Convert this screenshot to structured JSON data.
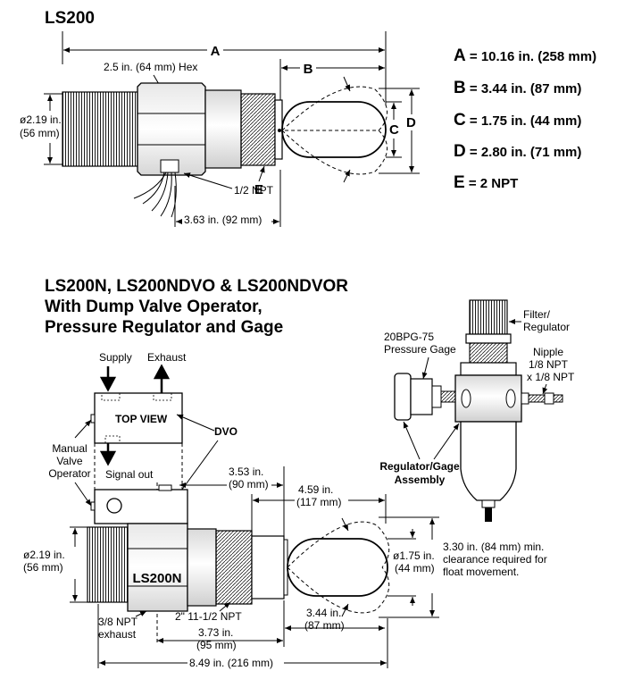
{
  "top": {
    "title": "LS200",
    "labels": {
      "a": "A",
      "b": "B",
      "c": "C",
      "d": "D",
      "e": "E",
      "hex": "2.5 in. (64 mm) Hex",
      "dia_in": "ø2.19 in.",
      "dia_mm": "(56 mm)",
      "npt": "1/2 NPT",
      "len": "3.63 in. (92 mm)"
    },
    "dims": [
      {
        "key": "A",
        "value": " = 10.16 in. (258 mm)"
      },
      {
        "key": "B",
        "value": " = 3.44 in. (87 mm)"
      },
      {
        "key": "C",
        "value": " = 1.75 in. (44 mm)"
      },
      {
        "key": "D",
        "value": " = 2.80 in. (71 mm)"
      },
      {
        "key": "E",
        "value": " = 2 NPT"
      }
    ]
  },
  "bottom": {
    "title": [
      "LS200N, LS200NDVO & LS200NDVOR",
      "With Dump Valve Operator,",
      "Pressure Regulator and Gage"
    ],
    "supply": "Supply",
    "exhaust": "Exhaust",
    "top_view": "TOP VIEW",
    "dvo": "DVO",
    "manual": [
      "Manual",
      "Valve",
      "Operator"
    ],
    "signal_out": "Signal out",
    "d353": [
      "3.53 in.",
      "(90 mm)"
    ],
    "d459": [
      "4.59 in.",
      "(117 mm)"
    ],
    "dia_in": "ø2.19 in.",
    "dia_mm": "(56 mm)",
    "float_dia": [
      "ø1.75 in.",
      "(44 mm)"
    ],
    "clearance": [
      "3.30 in. (84 mm) min.",
      "clearance required for",
      "float movement."
    ],
    "body_label": "LS200N",
    "thread": "2\" 11-1/2 NPT",
    "npt38": [
      "3/8 NPT",
      "exhaust"
    ],
    "d373": [
      "3.73 in.",
      "(95 mm)"
    ],
    "d344": [
      "3.44 in.",
      "(87 mm)"
    ],
    "d849": "8.49 in. (216 mm)",
    "filter": [
      "Filter/",
      "Regulator"
    ],
    "gage": [
      "20BPG-75",
      "Pressure Gage"
    ],
    "nipple": [
      "Nipple",
      "1/8 NPT",
      "x 1/8 NPT"
    ],
    "assembly": [
      "Regulator/Gage",
      "Assembly"
    ]
  }
}
